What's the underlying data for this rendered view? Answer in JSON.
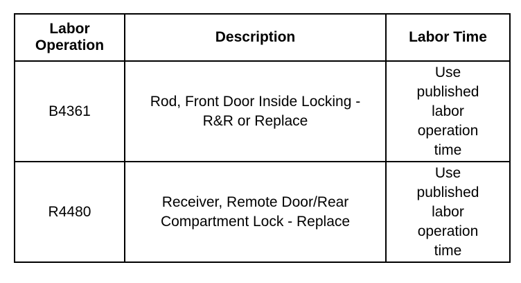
{
  "table": {
    "headers": {
      "operation": "Labor Operation",
      "description": "Description",
      "time": "Labor Time"
    },
    "rows": [
      {
        "operation": "B4361",
        "description": "Rod, Front Door Inside Locking - R&R or Replace",
        "time": "Use published labor operation time"
      },
      {
        "operation": "R4480",
        "description": "Receiver, Remote Door/Rear Compartment Lock - Replace",
        "time": "Use published labor operation time"
      }
    ]
  }
}
